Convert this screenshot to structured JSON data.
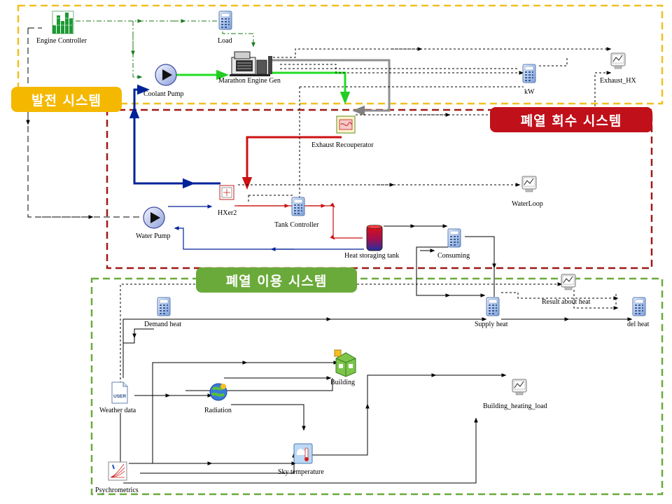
{
  "systems": {
    "power": "발전 시스템",
    "recovery": "폐열 회수 시스템",
    "use": "폐열 이용 시스템"
  },
  "components": {
    "engine_controller": "Engine Controller",
    "load": "Load",
    "coolant_pump": "Coolant Pump",
    "marathon_engine_gen": "Marathon Engine Gen",
    "kw": "kW",
    "exhaust_hx": "Exhaust_HX",
    "exhaust_recouperator": "Exhaust Recouperator",
    "water_loop": "WaterLoop",
    "hxer2": "HXer2",
    "water_pump": "Water Pump",
    "tank_controller": "Tank Controller",
    "heat_storaging_tank": "Heat storaging tank",
    "consuming": "Consuming",
    "result_about_heat": "Result about heat",
    "demand_heat": "Demand heat",
    "supply_heat": "Supply heat",
    "del_heat": "del heat",
    "building": "Building",
    "weather_data": "Weather data",
    "radiation": "Radiation",
    "building_heating_load": "Building_heating_load",
    "sky_temperature": "Sky temperature",
    "psychrometrics": "Psychrometrics"
  },
  "icons": {
    "weather_file_tag": "USER"
  },
  "colors": {
    "power_border": "#f0c020",
    "recovery_border": "#a01818",
    "use_border": "#6aaa3a",
    "coolant_loop": "#22dd22",
    "exhaust_line": "#909090",
    "hot_water": "#cc1111",
    "cold_water": "#002299",
    "control_line": "#000000",
    "signal_line": "#1a7a1a"
  }
}
